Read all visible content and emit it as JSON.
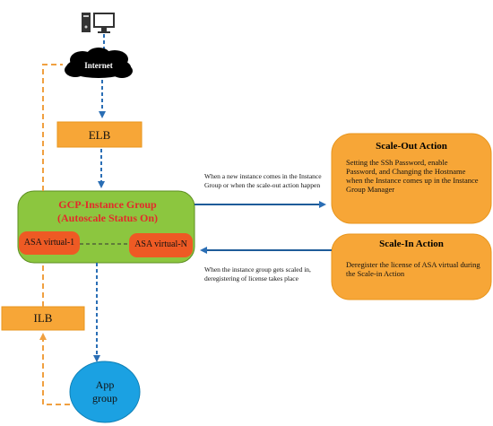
{
  "nodes": {
    "internet": "Internet",
    "elb": "ELB",
    "instance_group": {
      "title": "GCP-Instance Group",
      "subtitle": "(Autoscale Status On)"
    },
    "asa_first": "ASA virtual-1",
    "asa_last": "ASA virtual-N",
    "ilb": "ILB",
    "app_group": {
      "line1": "App",
      "line2": "group"
    },
    "scale_out": {
      "title": "Scale-Out Action",
      "body": "Setting the SSh Password, enable Password, and Changing the Hostname when the Instance comes up in the Instance Group Manager"
    },
    "scale_in": {
      "title": "Scale-In Action",
      "body": "Deregister the license of ASA virtual during the Scale-in Action"
    }
  },
  "edges": {
    "scale_out_trigger": "When a new instance comes in the Instance Group or when the scale-out action happen",
    "scale_in_trigger": "When the instance group gets scaled in, deregistering of license takes place"
  },
  "colors": {
    "orange_box": "#F7A637",
    "orange_border": "#E8961E",
    "green_group": "#8CC63F",
    "green_border": "#5E8F22",
    "red_orange": "#EE5A24",
    "blue_arrow": "#2A6EB5",
    "dash_orange": "#F0A040",
    "app_blue": "#1BA1E2",
    "title_red": "#E32B2B"
  },
  "icons": [
    "computer-icon",
    "cloud-icon"
  ]
}
